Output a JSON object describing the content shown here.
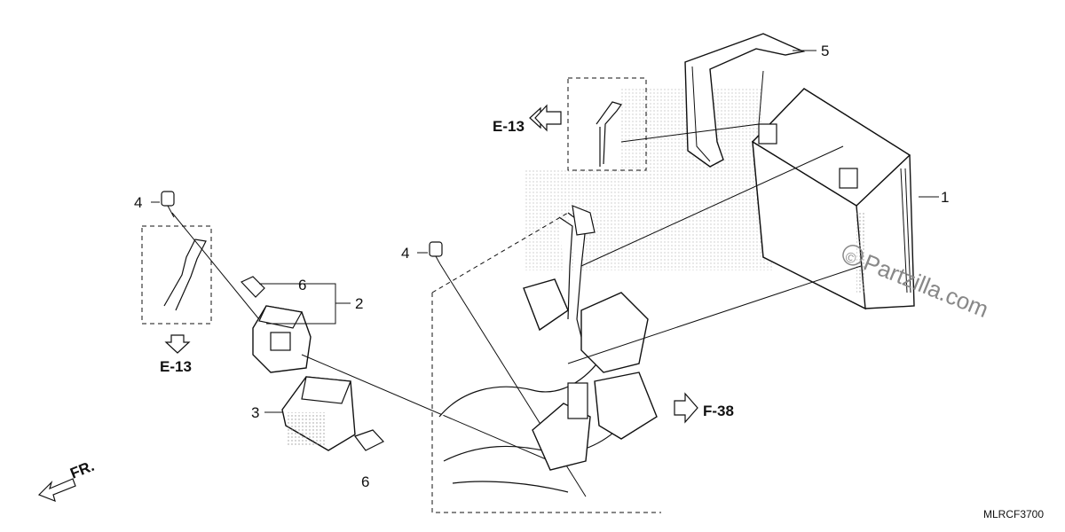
{
  "callouts": {
    "c1": "1",
    "c2": "2",
    "c3": "3",
    "c4a": "4",
    "c4b": "4",
    "c5": "5",
    "c6a": "6",
    "c6b": "6"
  },
  "refs": {
    "e13_top": "E-13",
    "e13_left": "E-13",
    "f38": "F-38"
  },
  "front_marker": "FR.",
  "diagram_code": "MLRCF3700",
  "watermark": {
    "symbol": "©",
    "text": "Partzilla.com"
  }
}
